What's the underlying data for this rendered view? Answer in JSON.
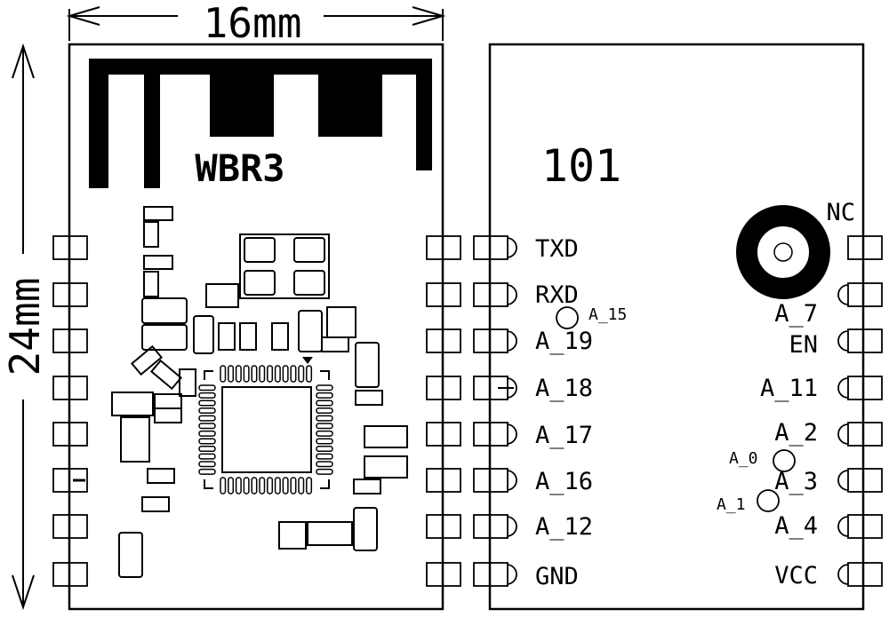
{
  "module_name": "WBR3",
  "dimensions": {
    "width": "16mm",
    "height": "24mm"
  },
  "back_label": "101",
  "left_pins": [
    "TXD",
    "RXD",
    "A_19",
    "A_18",
    "A_17",
    "A_16",
    "A_12",
    "GND"
  ],
  "right_pins": [
    "",
    "A_7",
    "EN",
    "A_11",
    "A_2",
    "A_3",
    "A_4",
    "VCC"
  ],
  "right_labels": [
    "NC",
    "A_7",
    "EN",
    "A_11",
    "A_2",
    "A_3",
    "A_4",
    "VCC"
  ],
  "test_points": [
    "A_15",
    "A_0",
    "A_1"
  ],
  "colors": {
    "line": "#000000",
    "background": "#ffffff"
  }
}
